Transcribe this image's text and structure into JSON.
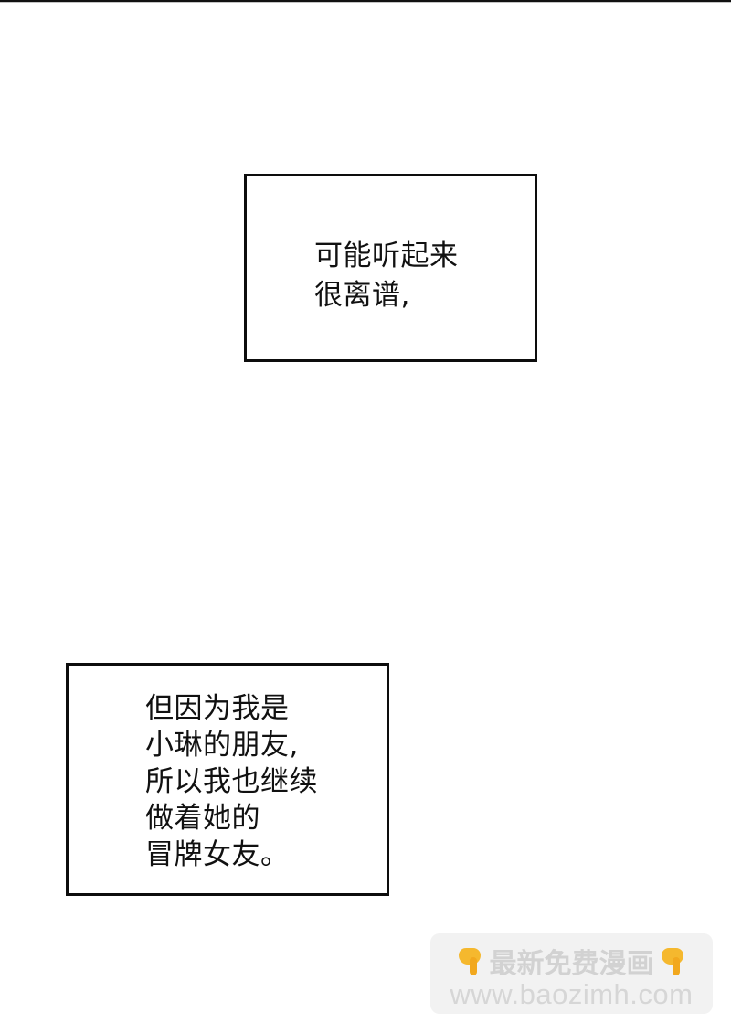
{
  "page": {
    "background": "#ffffff",
    "top_edge_color": "#111111"
  },
  "captions": [
    {
      "lines": [
        "可能听起来",
        "很离谱,"
      ],
      "text": "可能听起来\n很离谱,"
    },
    {
      "lines": [
        "但因为我是",
        "小琳的朋友,",
        "所以我也继续",
        "做着她的",
        "冒牌女友。"
      ],
      "text": "但因为我是\n小琳的朋友,\n所以我也继续\n做着她的\n冒牌女友。"
    }
  ],
  "watermark": {
    "headline": "最新免费漫画",
    "url": "www.baozimh.com",
    "icon_left": "pointing-down-hand-icon",
    "icon_right": "pointing-down-hand-icon",
    "background": "#f2f2f2",
    "text_color": "#d4d4d4",
    "icon_color": "#f5b82e"
  }
}
